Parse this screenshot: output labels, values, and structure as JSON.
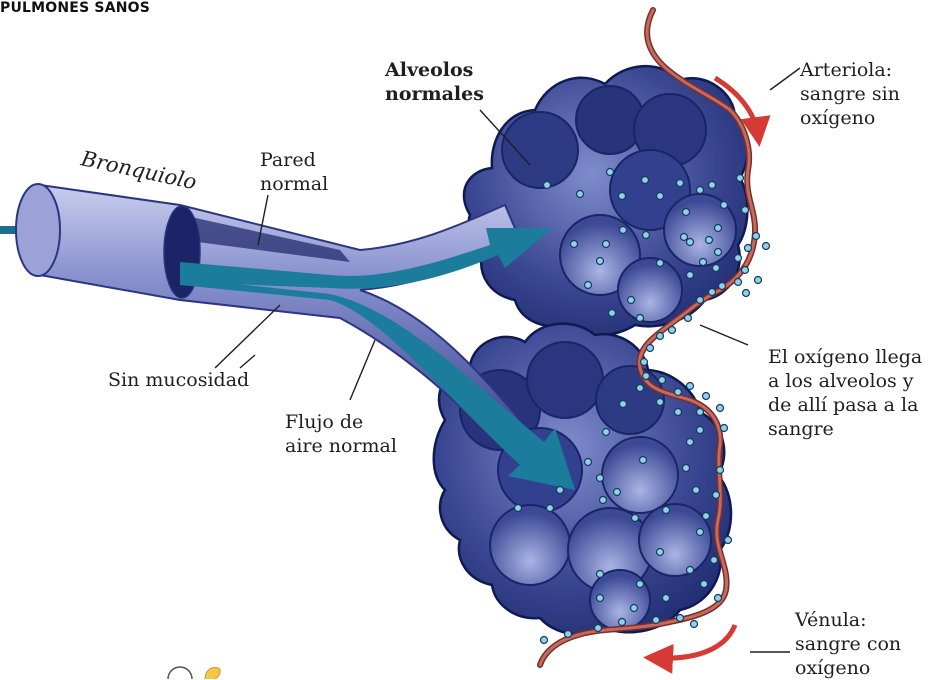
{
  "title": "PULMONES SANOS",
  "labels": {
    "bronquiolo": "Bronquiolo",
    "pared": [
      "Pared",
      "normal"
    ],
    "alveolos": [
      "Alveolos",
      "normales"
    ],
    "arteriola": [
      "Arteriola:",
      "sangre sin",
      "oxígeno"
    ],
    "mucosidad": "Sin mucosidad",
    "flujo": [
      "Flujo de",
      "aire normal"
    ],
    "oxigeno": [
      "El oxígeno llega",
      "a los alveolos y",
      "de allí pasa a la",
      "sangre"
    ],
    "venula": [
      "Vénula:",
      "sangre con",
      "oxígeno"
    ]
  },
  "colors": {
    "alveoli_dark": "#1e2a6e",
    "alveoli_light": "#6f7fc0",
    "airflow_arrow": "#1c7c9c",
    "blood_vessel": "#b45a50",
    "flow_arrow": "#d63a34",
    "oxygen_dot": "#8fd0ea",
    "bronchiole": "#8890c8",
    "accent_bar": "#1c6f8c"
  }
}
